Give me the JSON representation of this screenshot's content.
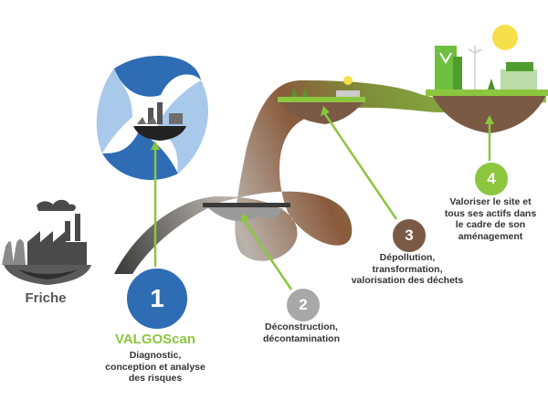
{
  "colors": {
    "green": "#8cc63f",
    "blue": "#2e6db4",
    "light_blue": "#a8c9ea",
    "grey_dark": "#4a4a4a",
    "grey_mid": "#a8a8a8",
    "brown": "#8a5a3c",
    "step3": "#7a5a44",
    "sun": "#f6e04a"
  },
  "start": {
    "label": "Friche"
  },
  "steps": [
    {
      "number": "1",
      "title": "VALGOScan",
      "text_lines": [
        "Diagnostic,",
        "conception et analyse",
        "des risques"
      ]
    },
    {
      "number": "2",
      "text_lines": [
        "Déconstruction,",
        "décontamination"
      ]
    },
    {
      "number": "3",
      "text_lines": [
        "Dépollution,",
        "transformation,",
        "valorisation des déchets"
      ]
    },
    {
      "number": "4",
      "text_lines": [
        "Valoriser le site et",
        "tous ses actifs dans",
        "le cadre de son",
        "aménagement"
      ]
    }
  ]
}
